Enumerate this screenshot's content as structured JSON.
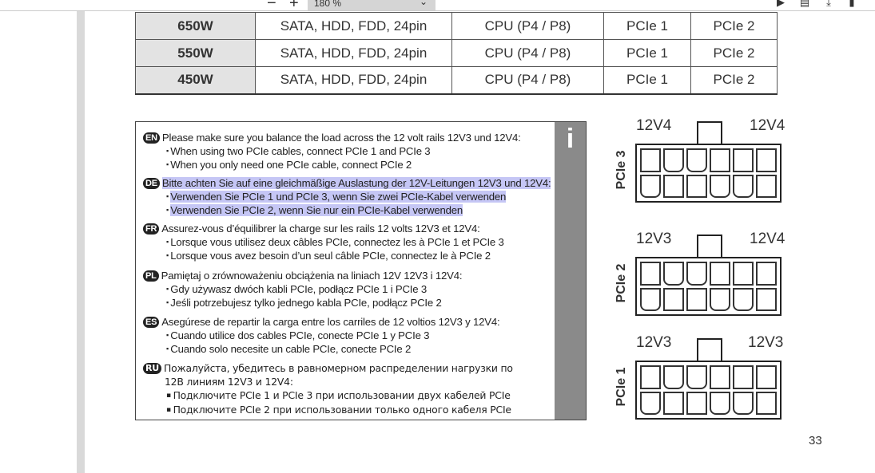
{
  "toolbar": {
    "zoom_out": "−",
    "zoom_in": "+",
    "zoom_value": "180 %"
  },
  "table": {
    "rows": [
      {
        "watt": "650W",
        "c1": "SATA, HDD, FDD, 24pin",
        "c2": "CPU (P4 / P8)",
        "c3": "PCIe 1",
        "c4": "PCIe 2"
      },
      {
        "watt": "550W",
        "c1": "SATA, HDD, FDD, 24pin",
        "c2": "CPU (P4 / P8)",
        "c3": "PCIe 1",
        "c4": "PCIe 2"
      },
      {
        "watt": "450W",
        "c1": "SATA, HDD, FDD, 24pin",
        "c2": "CPU (P4 / P8)",
        "c3": "PCIe 1",
        "c4": "PCIe 2"
      }
    ]
  },
  "info": {
    "icon": "i",
    "langs": [
      {
        "code": "EN",
        "title": "Please make sure you balance the load across the 12 volt rails 12V3 und 12V4:",
        "b1": "When using two PCIe cables, connect PCIe 1 and PCIe 3",
        "b2": "When you only need one PCIe cable, connect PCIe 2"
      },
      {
        "code": "DE",
        "title": "Bitte achten Sie auf eine gleichmäßige Auslastung der 12V-Leitungen 12V3 und 12V4:",
        "b1": "Verwenden Sie PCIe 1 und PCIe 3, wenn Sie zwei PCIe-Kabel verwenden",
        "b2": "Verwenden Sie PCIe 2, wenn Sie nur ein PCIe-Kabel verwenden"
      },
      {
        "code": "FR",
        "title": "Assurez-vous d’équilibrer la charge sur les rails 12 volts 12V3 et 12V4:",
        "b1": "Lorsque vous utilisez deux câbles PCIe, connectez les à PCIe 1 et PCIe 3",
        "b2": "Lorsque vous avez besoin d’un seul câble PCIe, connectez le à PCIe 2"
      },
      {
        "code": "PL",
        "title": "Pamiętaj o zrównoważeniu obciążenia na liniach 12V 12V3 i 12V4:",
        "b1": "Gdy używasz dwóch kabli PCIe, podłącz PCIe 1 i PCIe 3",
        "b2": "Jeśli potrzebujesz tylko jednego kabla PCIe, podłącz PCIe 2"
      },
      {
        "code": "ES",
        "title": "Asegúrese de repartir la carga entre los carriles de 12 voltios 12V3 y 12V4:",
        "b1": "Cuando utilice dos cables PCIe, conecte PCIe 1 y PCIe 3",
        "b2": "Cuando solo necesite un cable PCIe, conecte PCIe 2"
      },
      {
        "code": "RU",
        "title": "Пожалуйста, убедитесь в равномерном распределении нагрузки по",
        "title2": "12В линиям 12V3 и 12V4:",
        "b1": "Подключите PCIe 1 и PCIe 3 при использовании двух кабелей PCIe",
        "b2": "Подключите PCIe 2 при использовании только одного кабеля PCIe"
      }
    ]
  },
  "connectors": [
    {
      "name": "PCIe 3",
      "left": "12V4",
      "right": "12V4"
    },
    {
      "name": "PCIe 2",
      "left": "12V3",
      "right": "12V4"
    },
    {
      "name": "PCIe 1",
      "left": "12V3",
      "right": "12V3"
    }
  ],
  "page_number": "33",
  "colors": {
    "highlight": "#c5c6f5",
    "info_side": "#8a8a8a"
  }
}
